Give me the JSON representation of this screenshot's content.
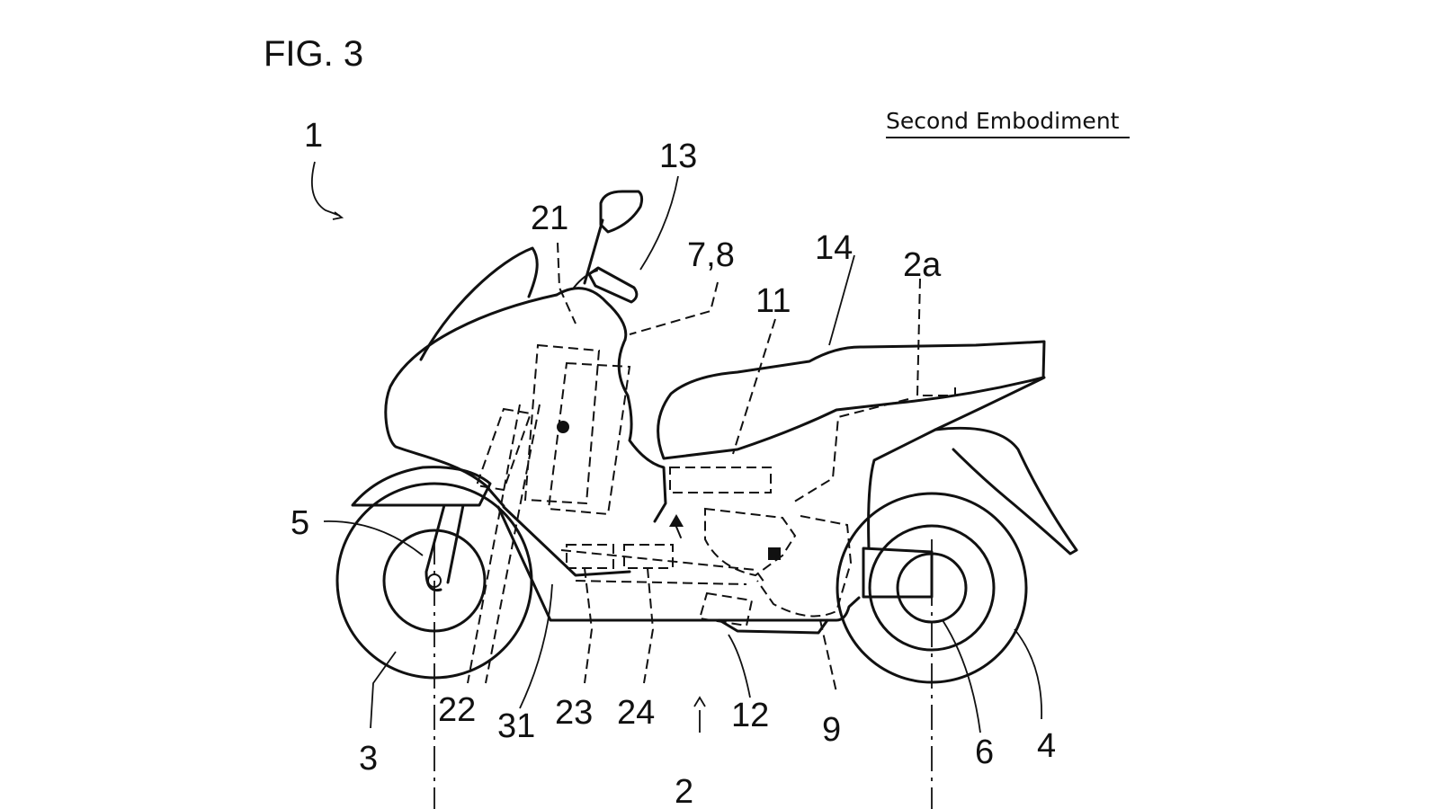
{
  "figure_label": "FIG. 3",
  "embodiment_label": "Second Embodiment",
  "reference_numerals": {
    "n1": "1",
    "n2": "2",
    "n2a": "2a",
    "n3": "3",
    "n4": "4",
    "n5": "5",
    "n6": "6",
    "n7_8": "7,8",
    "n9": "9",
    "n11": "11",
    "n12": "12",
    "n13": "13",
    "n14": "14",
    "n21": "21",
    "n22": "22",
    "n23": "23",
    "n24": "24",
    "n31": "31"
  },
  "markers": [
    "filled-circle",
    "filled-triangle",
    "filled-square"
  ]
}
